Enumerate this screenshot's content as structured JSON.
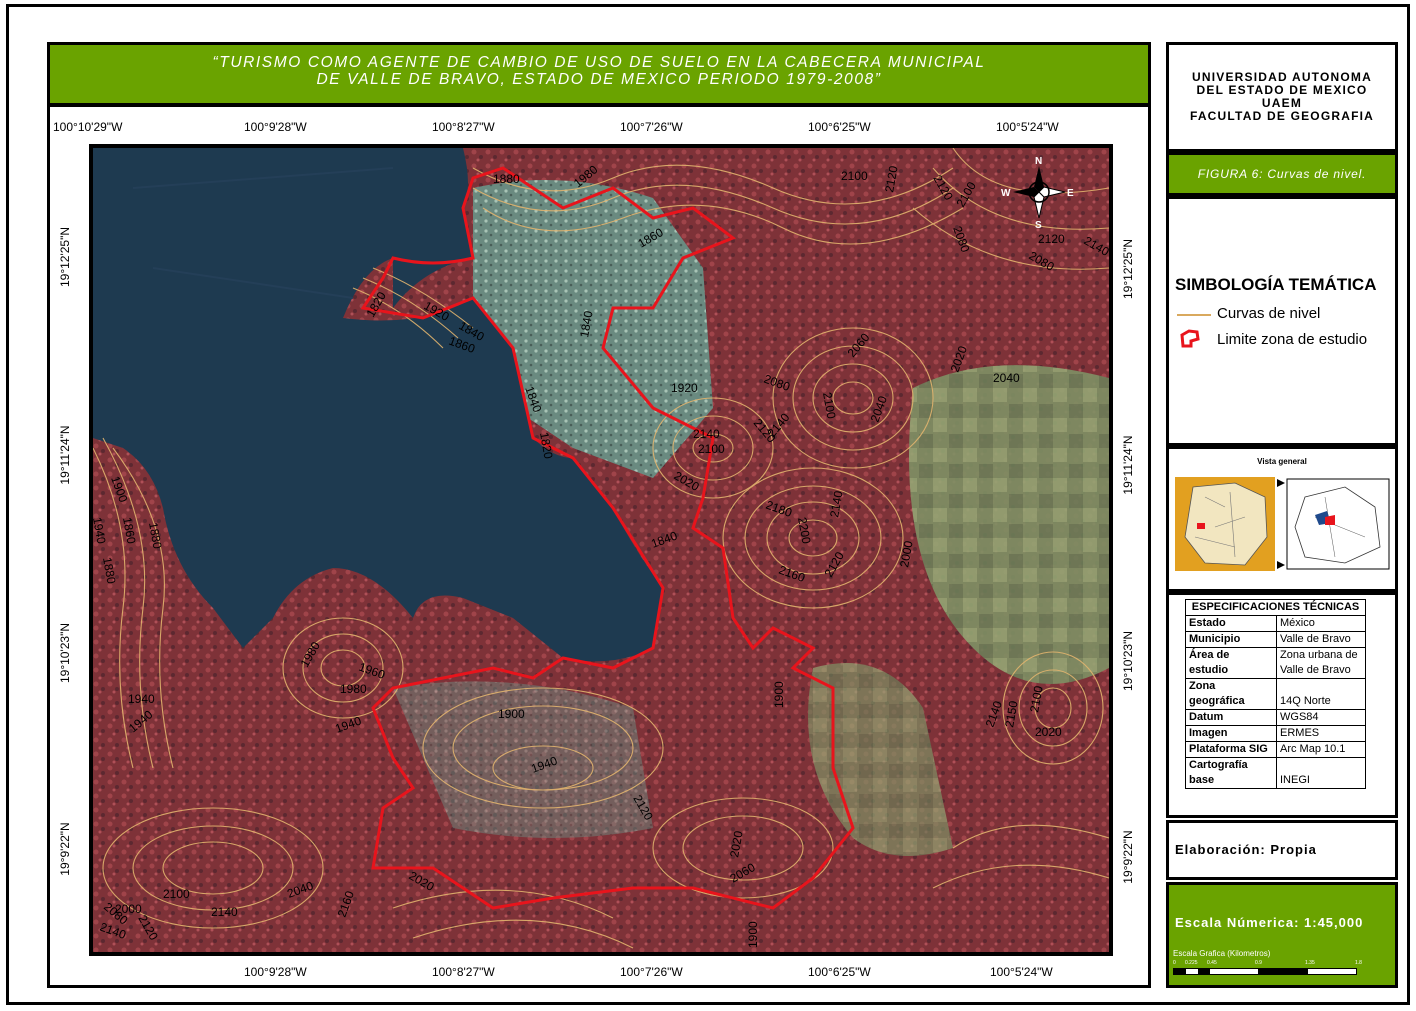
{
  "title": {
    "line1": "“TURISMO COMO AGENTE DE CAMBIO DE USO DE SUELO EN LA CABECERA MUNICIPAL",
    "line2": "DE VALLE DE BRAVO,  ESTADO DE MEXICO PERIODO 1979-2008”"
  },
  "map": {
    "top_longitudes": [
      "100°10'29\"W",
      "100°9'28\"W",
      "100°8'27\"W",
      "100°7'26\"W",
      "100°6'25\"W",
      "100°5'24\"W"
    ],
    "bottom_longitudes": [
      "100°9'28\"W",
      "100°8'27\"W",
      "100°7'26\"W",
      "100°6'25\"W",
      "100°5'24\"W"
    ],
    "latitudes": [
      "19°12'25\"N",
      "19°11'24\"N",
      "19°10'23\"N",
      "19°9'22\"N"
    ],
    "contour_labels": [
      "1880",
      "1980",
      "1860",
      "2100",
      "2120",
      "2120",
      "2100",
      "2080",
      "2120",
      "2140",
      "2080",
      "1820",
      "1920",
      "1840",
      "1860",
      "1840",
      "2060",
      "1920",
      "1840",
      "2080",
      "2100",
      "1820",
      "2140",
      "2140",
      "2120",
      "2100",
      "2040",
      "2020",
      "2040",
      "2020",
      "1900",
      "1940",
      "1860",
      "1880",
      "1880",
      "2180",
      "2200",
      "2140",
      "1840",
      "2160",
      "2120",
      "2000",
      "1980",
      "1960",
      "1980",
      "1940",
      "1900",
      "1940",
      "1940",
      "1940",
      "1900",
      "2120",
      "2140",
      "2150",
      "2100",
      "2020",
      "2020",
      "2020",
      "2060",
      "2040",
      "2160",
      "2100",
      "2140",
      "2080",
      "2000",
      "2120",
      "2140",
      "1900"
    ],
    "compass": {
      "n": "N",
      "s": "S",
      "e": "E",
      "w": "W"
    },
    "colors": {
      "water": "#1f3a52",
      "vegetation": "#8a3a3e",
      "contour": "#e0b070",
      "boundary": "#e0101a",
      "urban": "#7fa090"
    }
  },
  "sidebar": {
    "university": [
      "UNIVERSIDAD AUTONOMA",
      "DEL ESTADO DE MEXICO",
      "UAEM",
      "FACULTAD DE GEOGRAFIA"
    ],
    "figure": "FIGURA 6: Curvas de nivel.",
    "legend": {
      "title": "SIMBOLOGÍA TEMÁTICA",
      "items": [
        "Curvas de nivel",
        "Limite zona de estudio"
      ]
    },
    "overview": {
      "title": "Vista general"
    },
    "specs": {
      "title": "ESPECIFICACIONES TÉCNICAS",
      "rows": [
        {
          "k": "Estado",
          "v": "México"
        },
        {
          "k": "Municipio",
          "v": "Valle de Bravo"
        },
        {
          "k": "Área de",
          "v": "Zona urbana de"
        },
        {
          "k": "estudio",
          "v": "Valle de Bravo"
        },
        {
          "k": "Zona",
          "v": ""
        },
        {
          "k": "geográfica",
          "v": "14Q Norte"
        },
        {
          "k": "Datum",
          "v": "WGS84"
        },
        {
          "k": "Imagen",
          "v": "ERMES"
        },
        {
          "k": "Plataforma SIG",
          "v": "Arc Map 10.1"
        },
        {
          "k": "Cartografía",
          "v": ""
        },
        {
          "k": "base",
          "v": "INEGI"
        }
      ]
    },
    "author": "Elaboración: Propia",
    "scale": {
      "numeric": "Escala Númerica: 1:45,000",
      "graphic_label": "Escala Grafica (Kilometros)",
      "ticks": [
        "0",
        "0.225",
        "0.45",
        "0.9",
        "1.35",
        "1.8"
      ]
    }
  }
}
